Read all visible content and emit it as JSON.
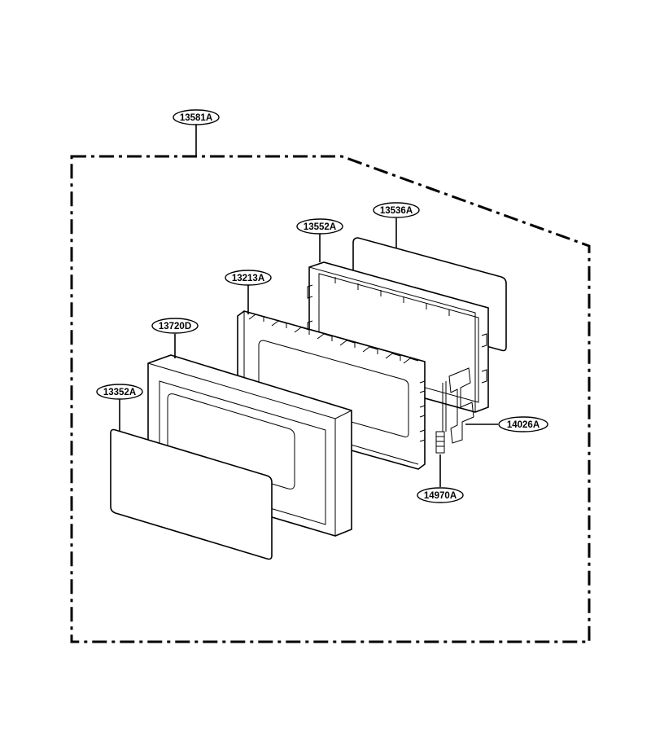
{
  "diagram": {
    "labels": {
      "assembly": "13581A",
      "gasket_frame": "13552A",
      "screen_panel": "13536A",
      "door_frame": "13213A",
      "door_choke": "13720D",
      "front_glass": "13352A",
      "latch_hook": "14026A",
      "spring": "14970A"
    }
  }
}
